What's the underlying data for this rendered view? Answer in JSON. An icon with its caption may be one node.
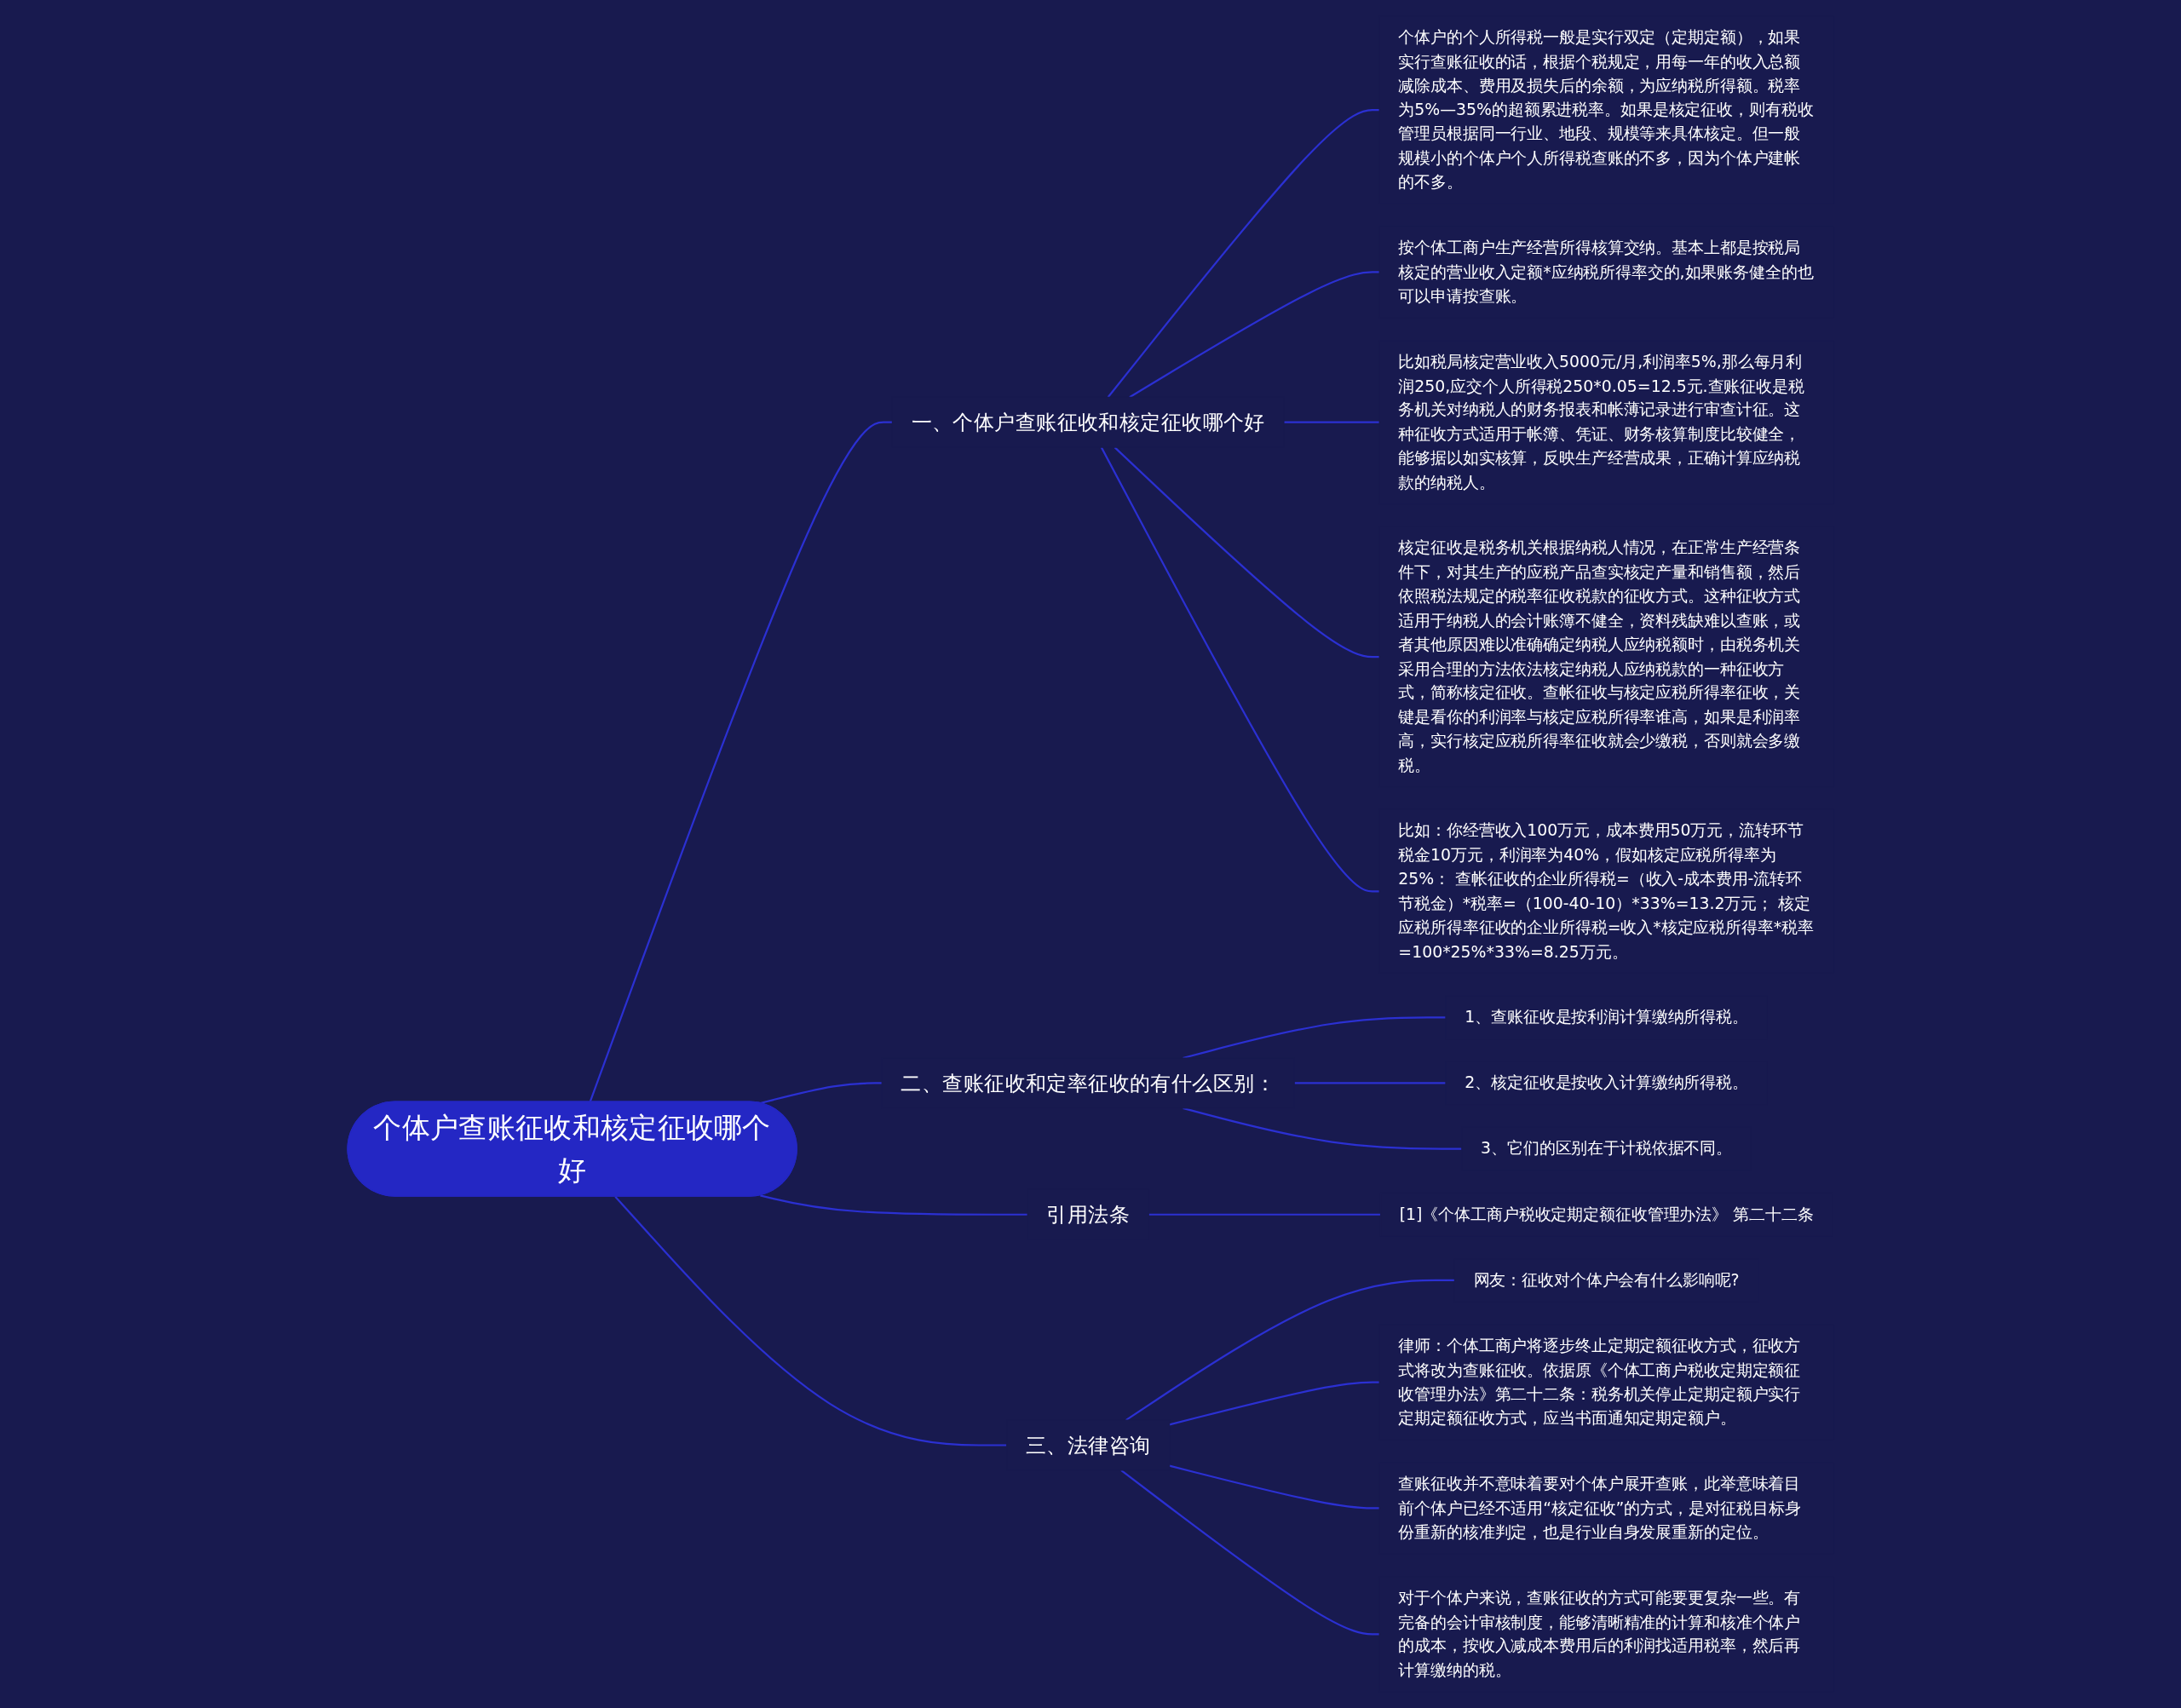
{
  "diagram": {
    "nodes": [
      {
        "text": [
          "个体户查账征收和核定征收哪个好"
        ]
      },
      {
        "text": [
          "一、个体户查账征收和核定征收哪个好"
        ]
      },
      {
        "text": [
          "个体户的个人所得税一般是实行双定（定期定额），如果实行查账征收的话，根据个税规定，用每一年的收入总额减除成本、费用及损失后的余额，为应纳税所得额。税率为5%—35%的超额累进税率。如果是核定征收，则有税收管理员根据同一行业、地段、规模等来具体核定。但一般规模小的个体户个人所得税查账的不多，因为个体户建帐的不多。"
        ]
      },
      {
        "text": [
          "按个体工商户生产经营所得核算交纳。基本上都是按税局核定的营业收入定额*应纳税所得率交的,如果账务健全的也可以申请按查账。"
        ]
      },
      {
        "text": [
          "比如税局核定营业收入5000元/月,利润率5%,那么每月利润250,应交个人所得税250*0.05=12.5元.查账征收是税务机关对纳税人的财务报表和帐薄记录进行审查计征。这种征收方式适用于帐簿、凭证、财务核算制度比较健全，能够据以如实核算，反映生产经营成果，正确计算应纳税款的纳税人。"
        ]
      },
      {
        "text": [
          "核定征收是税务机关根据纳税人情况，在正常生产经营条件下，对其生产的应税产品查实核定产量和销售额，然后依照税法规定的税率征收税款的征收方式。这种征收方式适用于纳税人的会计账簿不健全，资料残缺难以查账，或者其他原因难以准确确定纳税人应纳税额时，由税务机关采用合理的方法依法核定纳税人应纳税款的一种征收方式，简称核定征收。查帐征收与核定应税所得率征收，关键是看你的利润率与核定应税所得率谁高，如果是利润率高，实行核定应税所得率征收就会少缴税，否则就会多缴税。"
        ]
      },
      {
        "text": [
          "比如：你经营收入100万元，成本费用50万元，流转环节税金10万元，利润率为40%，假如核定应税所得率为25%： 查帐征收的企业所得税=（收入-成本费用-流转环节税金）*税率=（100-40-10）*33%=13.2万元； 核定应税所得率征收的企业所得税=收入*核定应税所得率*税率=100*25%*33%=8.25万元。"
        ]
      },
      {
        "text": [
          "二、查账征收和定率征收的有什么区别："
        ]
      },
      {
        "text": [
          "1、查账征收是按利润计算缴纳所得税。"
        ]
      },
      {
        "text": [
          "2、核定征收是按收入计算缴纳所得税。"
        ]
      },
      {
        "text": [
          "3、它们的区别在于计税依据不同。"
        ]
      },
      {
        "text": [
          "引用法条"
        ]
      },
      {
        "text": [
          "[1]《个体工商户税收定期定额征收管理办法》 第二十二条"
        ]
      },
      {
        "text": [
          "三、法律咨询"
        ]
      },
      {
        "text": [
          "网友：征收对个体户会有什么影响呢?"
        ]
      },
      {
        "text": [
          "律师：个体工商户将逐步终止定期定额征收方式，征收方式将改为查账征收。依据原《个体工商户税收定期定额征收管理办法》第二十二条：税务机关停止定期定额户实行定期定额征收方式，应当书面通知定期定额户。"
        ]
      },
      {
        "text": [
          "查账征收并不意味着要对个体户展开查账，此举意味着目前个体户已经不适用“核定征收”的方式，是对征税目标身份重新的核准判定，也是行业自身发展重新的定位。"
        ]
      },
      {
        "text": [
          "对于个体户来说，查账征收的方式可能要更复杂一些。有完备的会计审核制度，能够清晰精准的计算和核准个体户的成本，按收入减成本费用后的利润找适用税率，然后再计算缴纳的税。"
        ]
      }
    ],
    "edges": [
      {
        "from": 0,
        "to": 1,
        "arrow": "none"
      },
      {
        "from": 1,
        "to": 2,
        "arrow": "none"
      },
      {
        "from": 1,
        "to": 3,
        "arrow": "none"
      },
      {
        "from": 1,
        "to": 4,
        "arrow": "none"
      },
      {
        "from": 1,
        "to": 5,
        "arrow": "none"
      },
      {
        "from": 1,
        "to": 6,
        "arrow": "none"
      },
      {
        "from": 0,
        "to": 7,
        "arrow": "none"
      },
      {
        "from": 7,
        "to": 8,
        "arrow": "none"
      },
      {
        "from": 7,
        "to": 9,
        "arrow": "none"
      },
      {
        "from": 7,
        "to": 10,
        "arrow": "none"
      },
      {
        "from": 0,
        "to": 11,
        "arrow": "none"
      },
      {
        "from": 11,
        "to": 12,
        "arrow": "none"
      },
      {
        "from": 0,
        "to": 13,
        "arrow": "none"
      },
      {
        "from": 13,
        "to": 14,
        "arrow": "none"
      },
      {
        "from": 13,
        "to": 15,
        "arrow": "none"
      },
      {
        "from": 13,
        "to": 16,
        "arrow": "none"
      },
      {
        "from": 13,
        "to": 17,
        "arrow": "none"
      }
    ]
  }
}
